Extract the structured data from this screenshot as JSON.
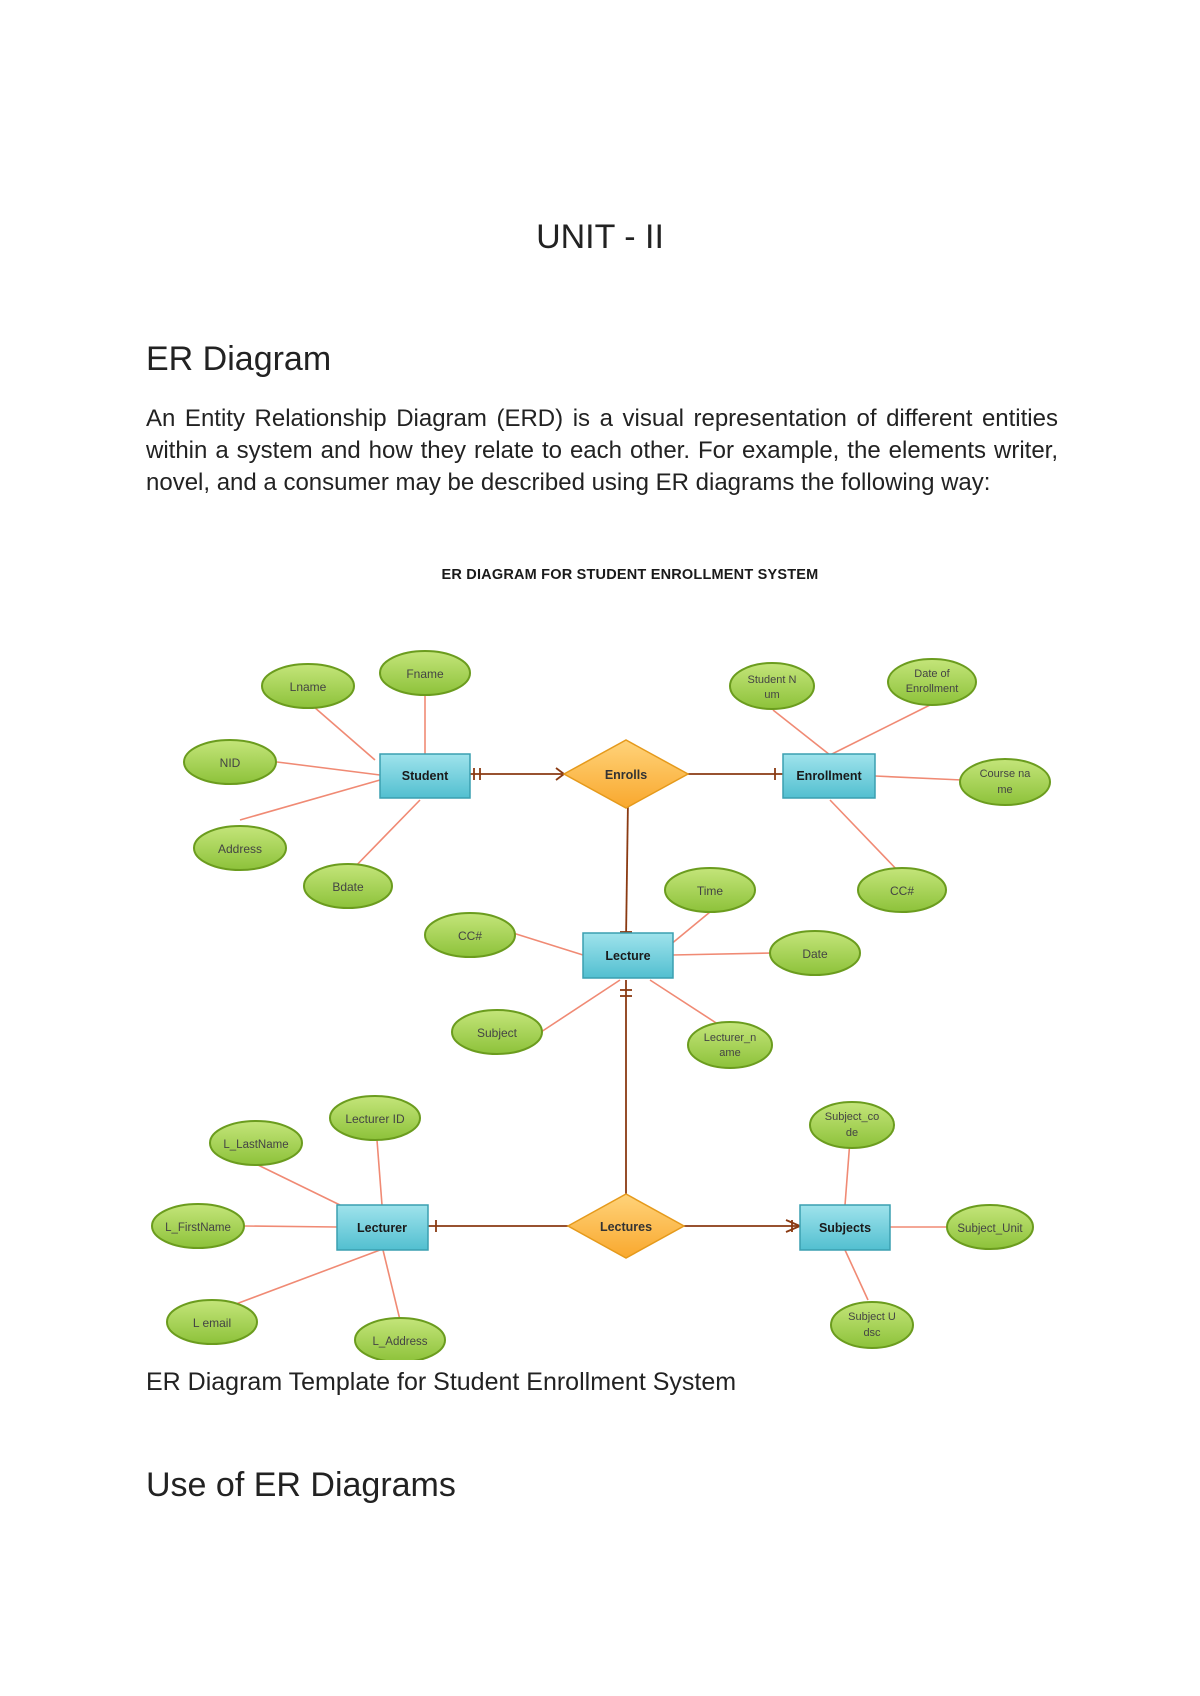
{
  "page": {
    "unit_title": "UNIT - II",
    "heading": "ER Diagram",
    "paragraph": "An Entity Relationship Diagram (ERD) is a visual representation of different entities within a system and how they relate to each other. For example, the elements writer, novel, and a consumer may be described using ER diagrams the following way:",
    "caption": "ER Diagram Template for Student Enrollment System",
    "heading2": "Use of ER Diagrams"
  },
  "diagram": {
    "title": "ER DIAGRAM FOR STUDENT ENROLLMENT SYSTEM",
    "colors": {
      "attribute_fill": "#a6d250",
      "attribute_stroke": "#6b9c1e",
      "entity_fill": "#6ccfdc",
      "entity_stroke": "#3a9fb0",
      "relationship_fill": "#fdb94a",
      "relationship_stroke": "#e59a1c",
      "attribute_line": "#f08a74",
      "relationship_line": "#8a3a12"
    },
    "entities": {
      "student": "Student",
      "enrollment": "Enrollment",
      "lecture": "Lecture",
      "lecturer": "Lecturer",
      "subjects": "Subjects"
    },
    "relationships": {
      "enrolls": "Enrolls",
      "lectures": "Lectures"
    },
    "attributes": {
      "lname": "Lname",
      "fname": "Fname",
      "nid": "NID",
      "address": "Address",
      "bdate": "Bdate",
      "student_num": [
        "Student  N",
        "um"
      ],
      "date_of_enrollment": [
        "Date of",
        "Enrollment"
      ],
      "course_name": [
        "Course  na",
        "me"
      ],
      "cc_enroll": "CC#",
      "time": "Time",
      "cc_lecture": "CC#",
      "date": "Date",
      "subject": "Subject",
      "lecturer_name": [
        "Lecturer_n",
        "ame"
      ],
      "lecturer_id": "Lecturer  ID",
      "l_lastname": "L_LastName",
      "l_firstname": "L_FirstName",
      "l_email": "L  email",
      "l_address": "L_Address",
      "subject_code": [
        "Subject_co",
        "de"
      ],
      "subject_unit": "Subject_Unit",
      "subject_udesc": [
        "Subject  U",
        "dsc"
      ]
    }
  }
}
